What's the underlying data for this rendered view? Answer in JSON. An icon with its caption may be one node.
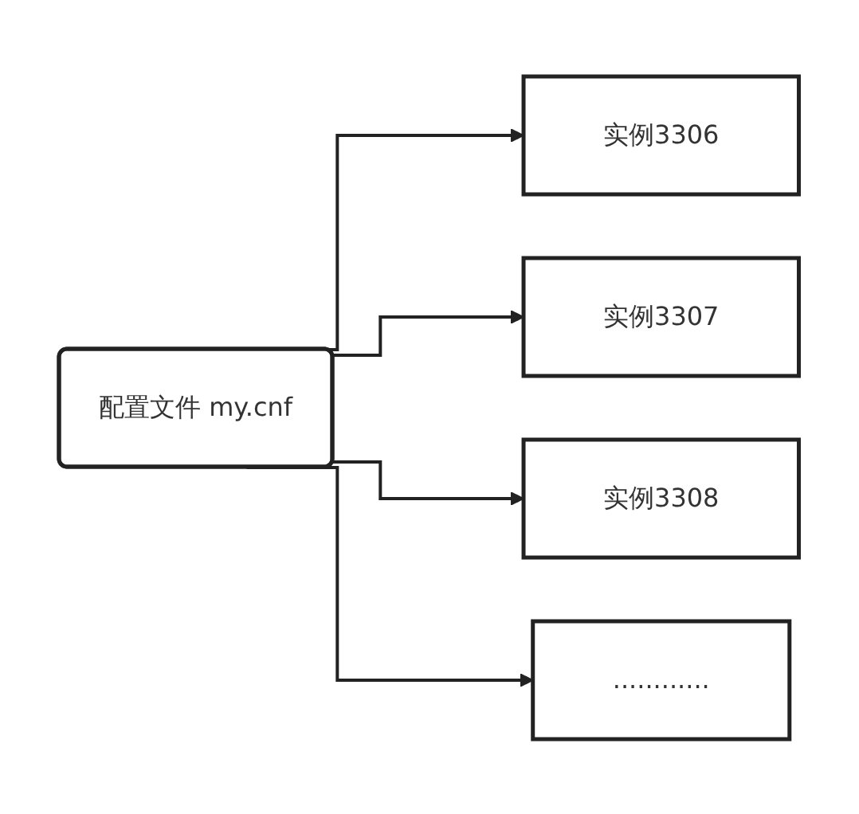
{
  "diagram": {
    "nodes": [
      {
        "text": [
          "配置文件 my.cnf"
        ]
      },
      {
        "text": [
          "实例3306"
        ]
      },
      {
        "text": [
          "实例3307"
        ]
      },
      {
        "text": [
          "实例3308"
        ]
      },
      {
        "text": [
          "............"
        ]
      }
    ],
    "edges": [
      {
        "from": 0,
        "to": 1,
        "arrow": "to"
      },
      {
        "from": 0,
        "to": 2,
        "arrow": "to"
      },
      {
        "from": 0,
        "to": 3,
        "arrow": "to"
      },
      {
        "from": 0,
        "to": 4,
        "arrow": "to"
      }
    ]
  }
}
